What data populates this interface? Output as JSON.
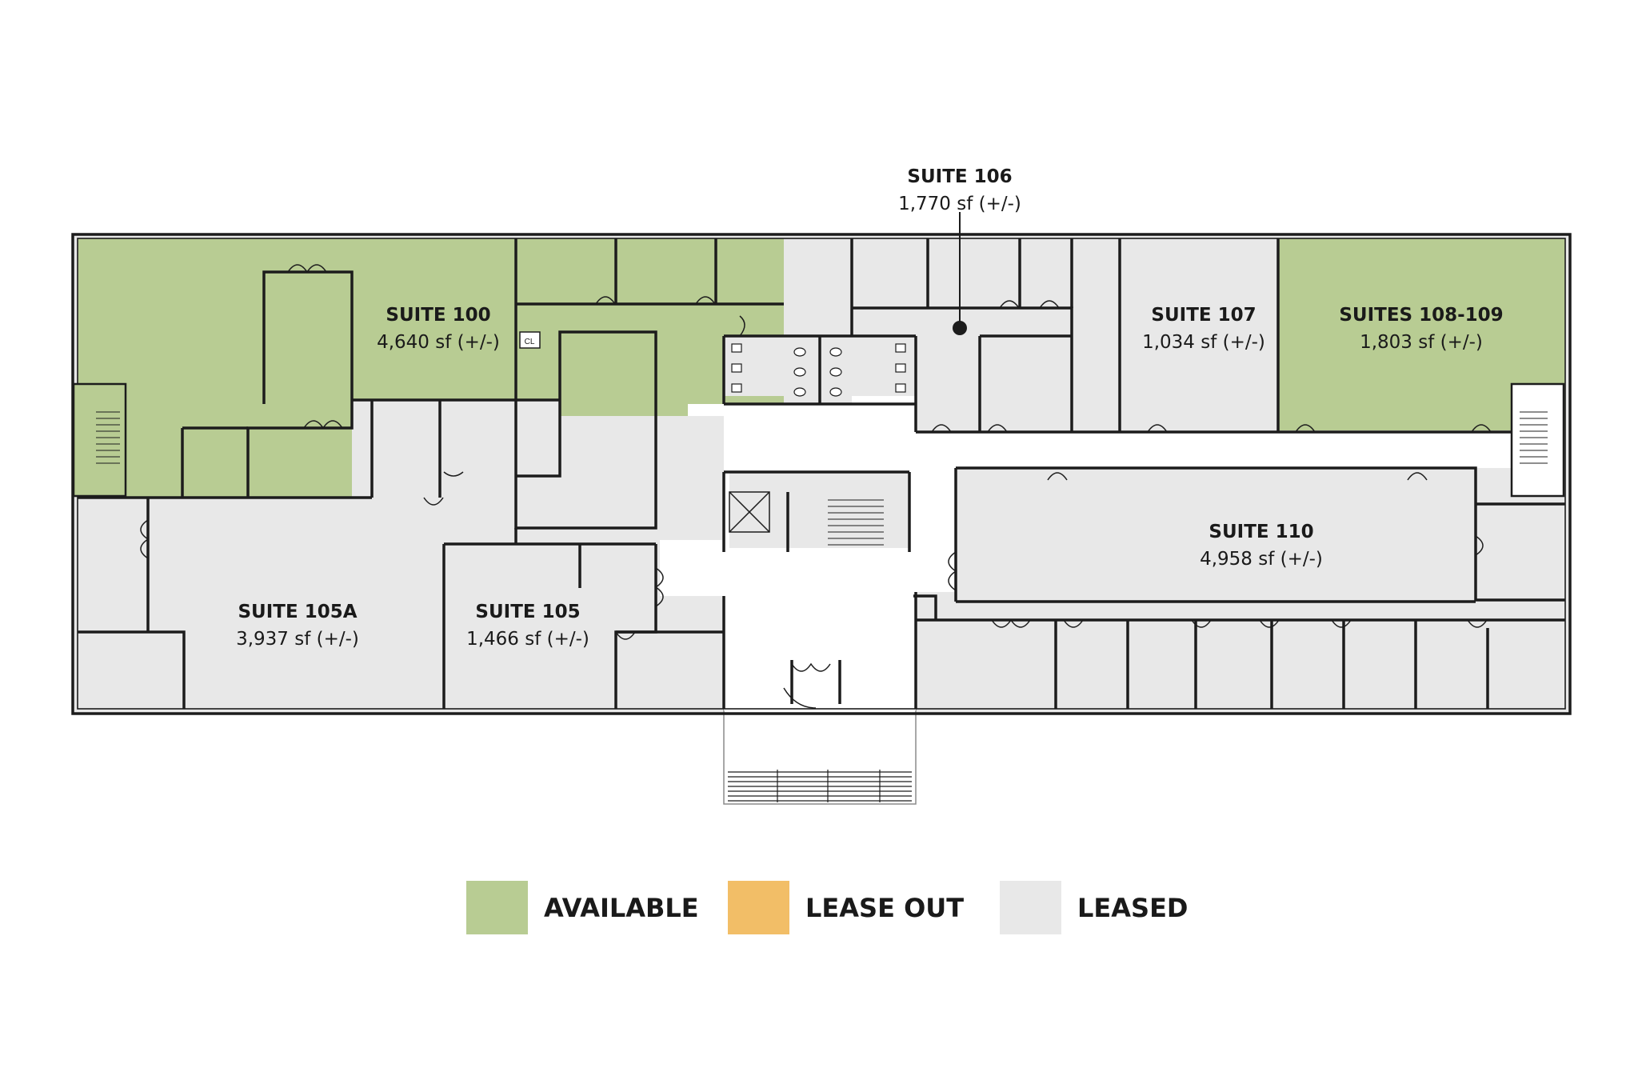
{
  "colors": {
    "available": "#b8cc93",
    "lease_out": "#f2be67",
    "leased": "#e8e8e8",
    "wall": "#1c1c1c",
    "background": "#ffffff"
  },
  "suites": [
    {
      "id": "100",
      "name": "SUITE 100",
      "area": "4,640 sf (+/-)",
      "status": "available"
    },
    {
      "id": "106",
      "name": "SUITE 106",
      "area": "1,770 sf (+/-)",
      "status": "leased"
    },
    {
      "id": "107",
      "name": "SUITE 107",
      "area": "1,034 sf (+/-)",
      "status": "leased"
    },
    {
      "id": "108-109",
      "name": "SUITES 108-109",
      "area": "1,803 sf (+/-)",
      "status": "available"
    },
    {
      "id": "105A",
      "name": "SUITE 105A",
      "area": "3,937 sf (+/-)",
      "status": "leased"
    },
    {
      "id": "105",
      "name": "SUITE 105",
      "area": "1,466 sf (+/-)",
      "status": "leased"
    },
    {
      "id": "110",
      "name": "SUITE 110",
      "area": "4,958 sf (+/-)",
      "status": "leased"
    }
  ],
  "closet_label": "CL",
  "legend": [
    {
      "label": "AVAILABLE",
      "color": "#b8cc93"
    },
    {
      "label": "LEASE OUT",
      "color": "#f2be67"
    },
    {
      "label": "LEASED",
      "color": "#e8e8e8"
    }
  ]
}
